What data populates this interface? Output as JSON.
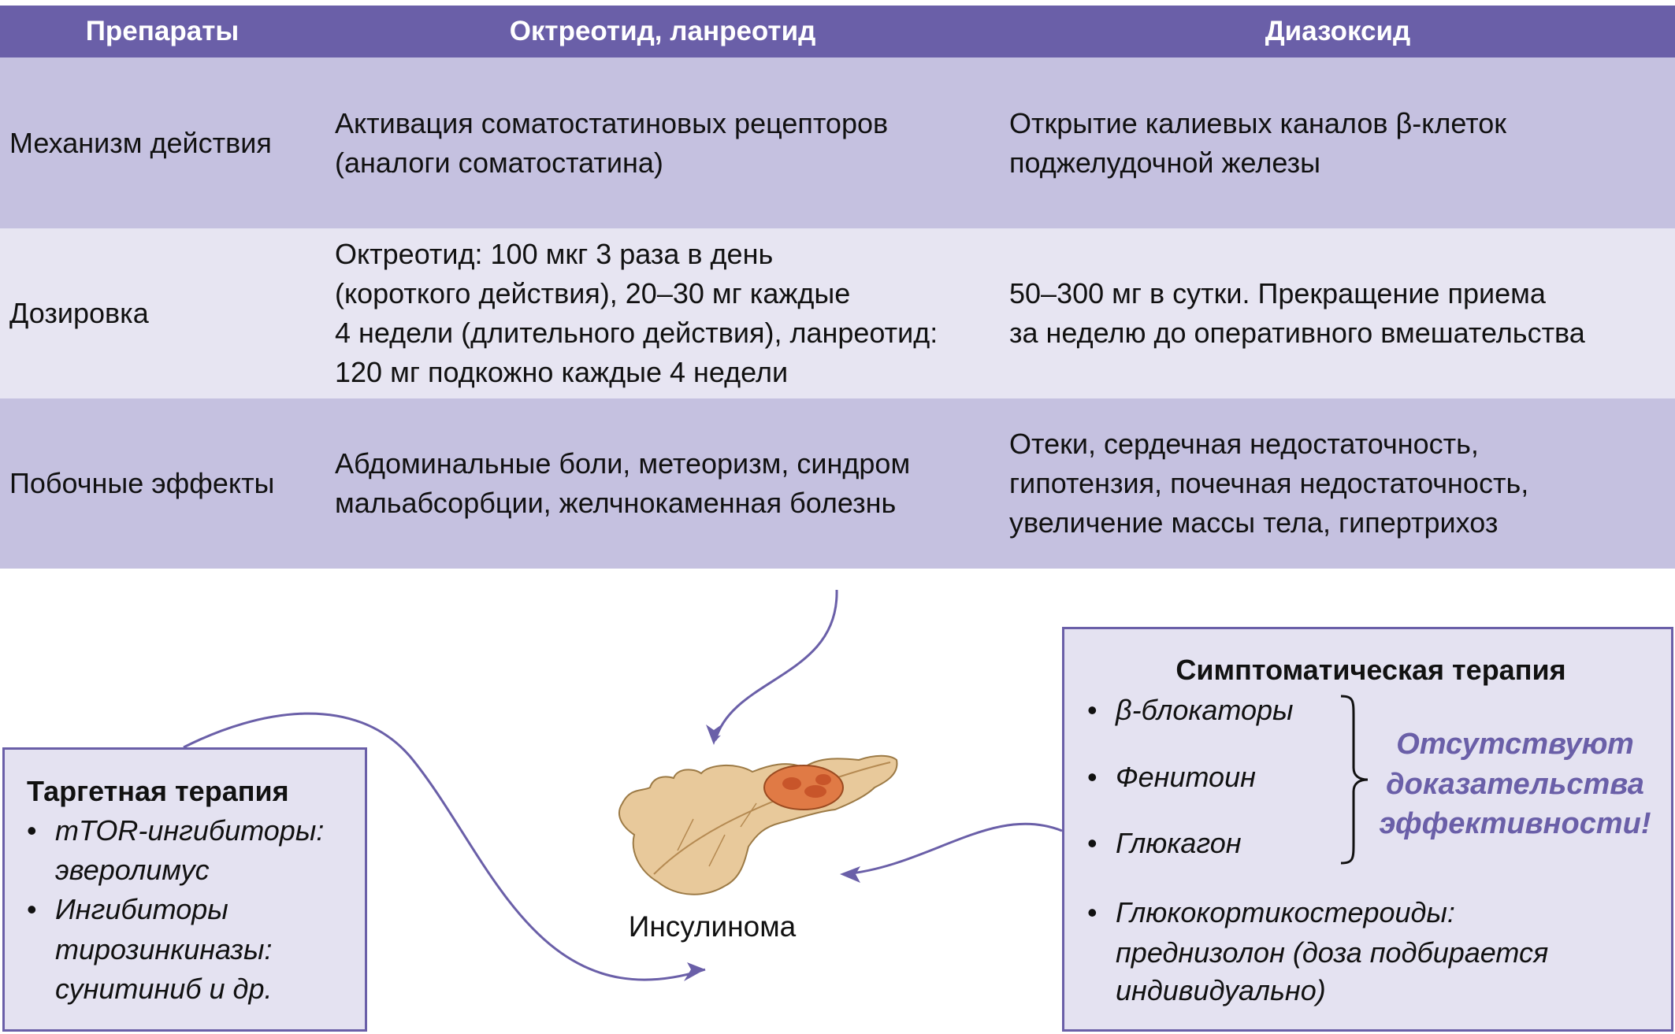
{
  "table": {
    "headers": [
      "Препараты",
      "Октреотид, ланреотид",
      "Диазоксид"
    ],
    "rows": [
      {
        "label": "Механизм действия",
        "col1": [
          "Активация соматостатиновых рецепторов",
          "(аналоги соматостатина)"
        ],
        "col2": [
          "Открытие калиевых каналов β-клеток",
          "поджелудочной железы"
        ]
      },
      {
        "label": "Дозировка",
        "col1": [
          "Октреотид: 100 мкг 3 раза в день",
          "(короткого действия), 20–30 мг каждые",
          "4 недели (длительного действия), ланреотид:",
          "120 мг подкожно каждые 4 недели"
        ],
        "col2": [
          "50–300 мг в сутки. Прекращение приема",
          "за неделю до оперативного вмешательства"
        ]
      },
      {
        "label": "Побочные эффекты",
        "col1": [
          "Абдоминальные боли, метеоризм, синдром",
          "мальабсорбции, желчнокаменная болезнь"
        ],
        "col2": [
          "Отеки, сердечная недостаточность,",
          "гипотензия, почечная недостаточность,",
          "увеличение массы тела, гипертрихоз"
        ]
      }
    ]
  },
  "center": {
    "label": "Инсулинома"
  },
  "targeted": {
    "title": "Таргетная терапия",
    "lines": [
      "mTOR-ингибиторы:",
      "эверолимус",
      "Ингибиторы",
      "тирозинкиназы:",
      "сунитиниб и др."
    ]
  },
  "symptomatic": {
    "title": "Симптоматическая терапия",
    "items": [
      "β-блокаторы",
      "Фенитоин",
      "Глюкагон"
    ],
    "note": [
      "Отсутствуют",
      "доказательства",
      "эффективности!"
    ],
    "gc_lines": [
      "Глюкокортикостероиды:",
      "преднизолон (доза подбирается",
      "индивидуально)"
    ]
  },
  "colors": {
    "header": "#6a5fa8",
    "row_dark": "#c5c1e0",
    "row_light": "#e7e5f2",
    "accent": "#6a5fa8"
  }
}
